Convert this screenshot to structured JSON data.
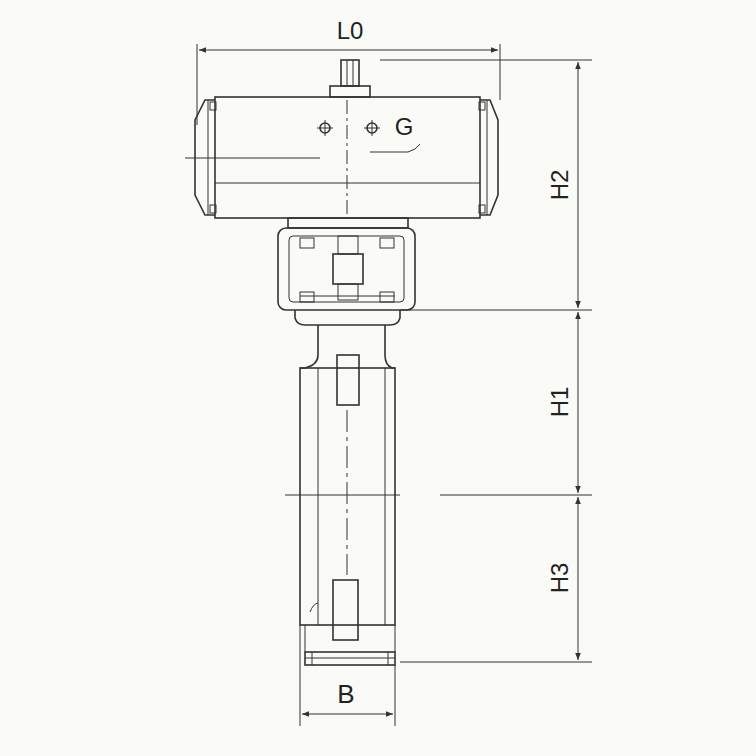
{
  "diagram": {
    "labels": [
      "L0",
      "G",
      "H2",
      "H1",
      "H3",
      "B"
    ]
  }
}
